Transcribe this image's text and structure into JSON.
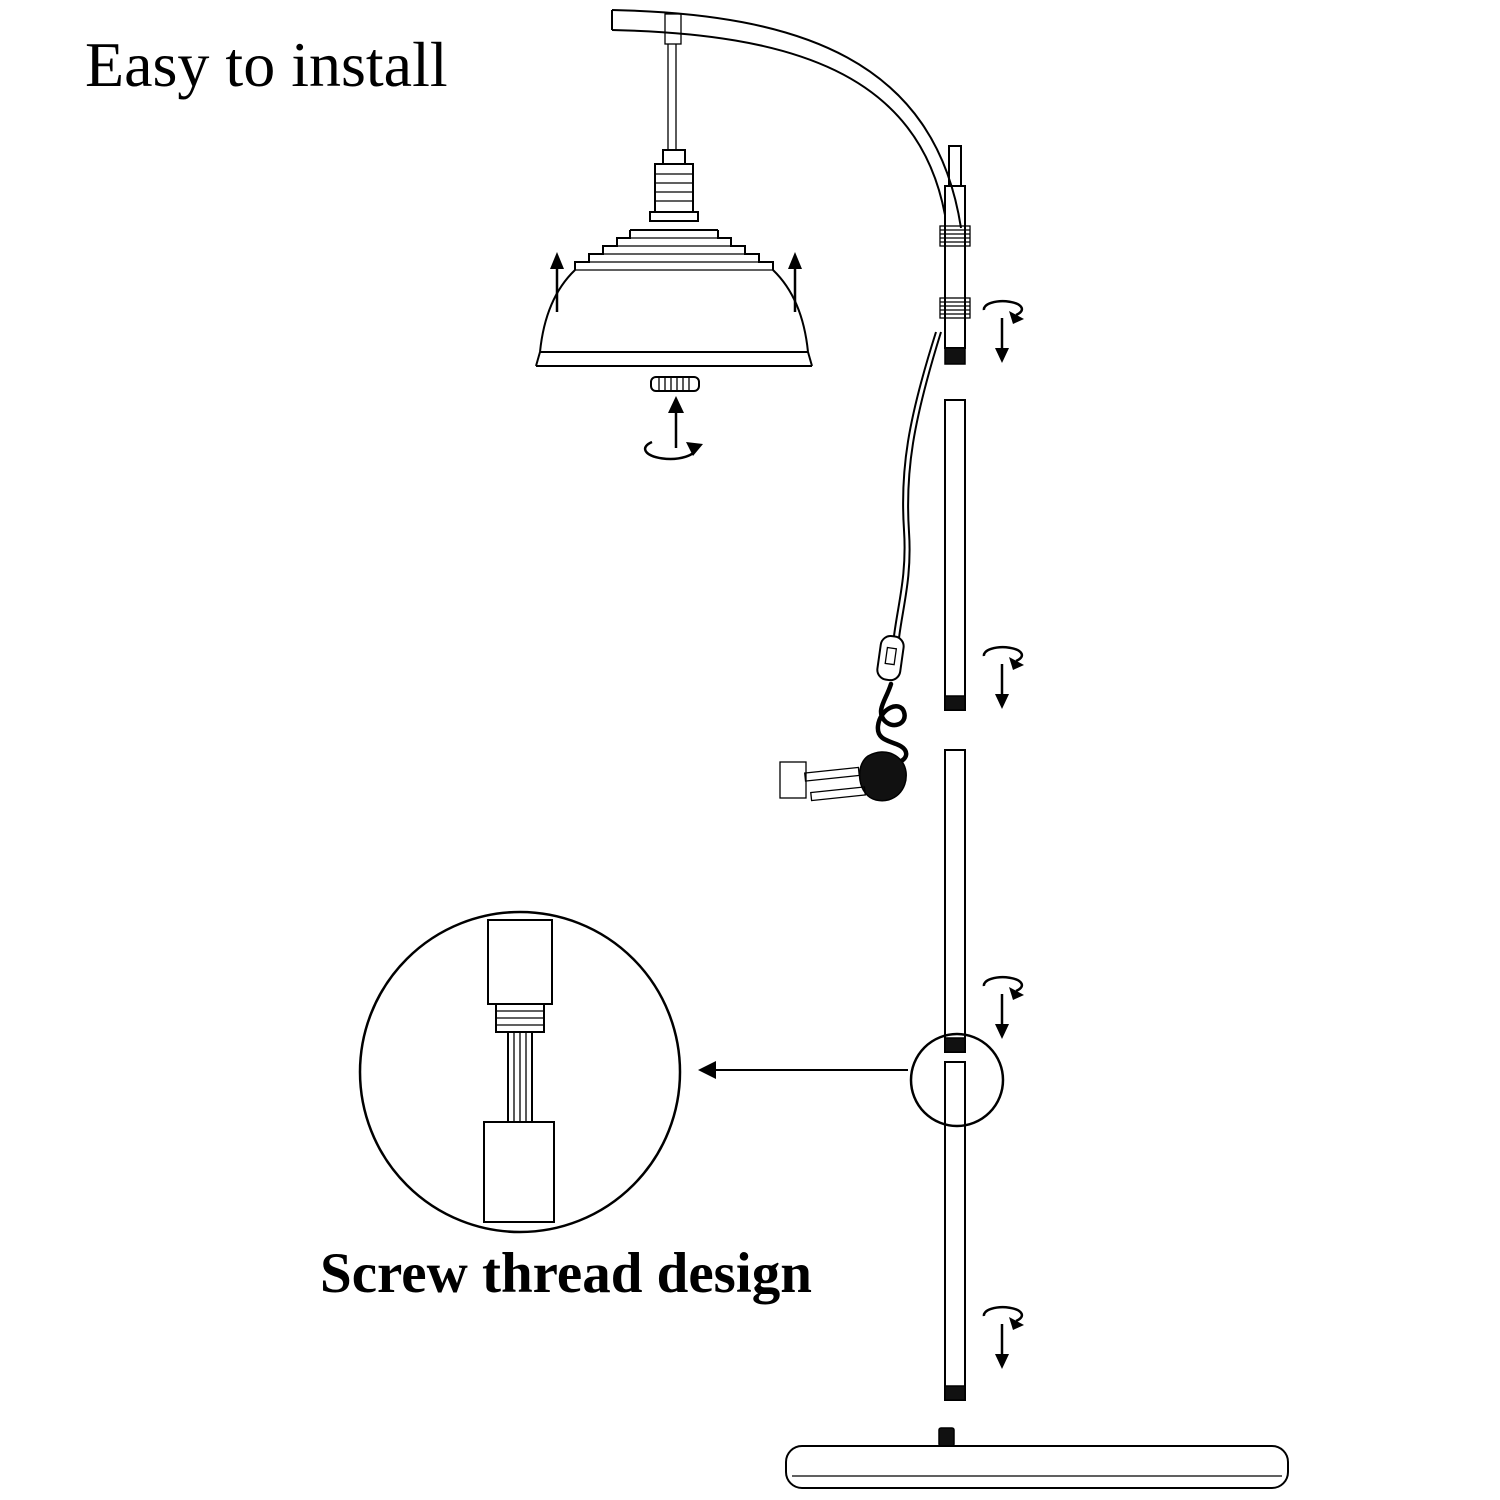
{
  "page": {
    "background": "#ffffff",
    "ink": "#000000"
  },
  "title": "Easy to install",
  "caption": "Screw thread design",
  "icons": {
    "lift": "up-arrow",
    "screw": "rotate-arrow-with-down-arrow",
    "pointer": "left-arrow"
  }
}
